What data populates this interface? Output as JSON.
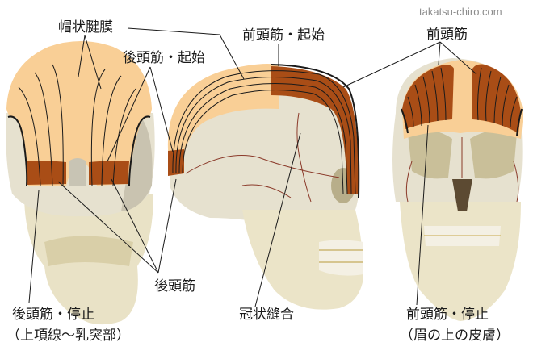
{
  "watermark": "takatsu-chiro.com",
  "labels": {
    "galea": "帽状腱膜",
    "occipitalis_origin": "後頭筋・起始",
    "frontalis_origin": "前頭筋・起始",
    "frontalis": "前頭筋",
    "occipitalis": "後頭筋",
    "occipitalis_insertion_line1": "後頭筋・停止",
    "occipitalis_insertion_line2": "（上項線～乳突部）",
    "coronal_suture": "冠状縫合",
    "frontalis_insertion_line1": "前頭筋・停止",
    "frontalis_insertion_line2": "（眉の上の皮膚）"
  },
  "views": [
    {
      "id": "posterior",
      "name": "Posterior view of skull"
    },
    {
      "id": "lateral",
      "name": "Lateral view of skull"
    },
    {
      "id": "anterior",
      "name": "Anterior view of skull"
    }
  ],
  "colors": {
    "galea": "#f9cf96",
    "muscle": "#a94d16",
    "bone": "#e8e4d2",
    "bone_shadow": "#cfc8ae",
    "suture": "#8b3a2a",
    "leader": "#1a1a1a"
  }
}
